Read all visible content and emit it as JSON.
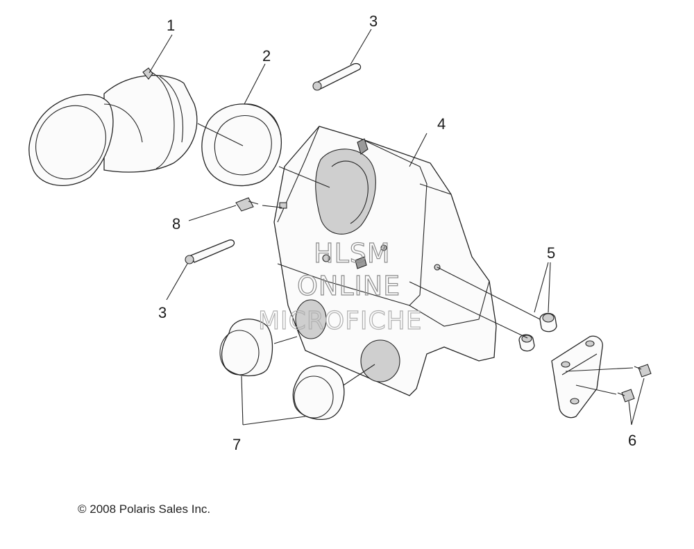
{
  "callouts": [
    "1",
    "2",
    "3",
    "4",
    "8",
    "3",
    "5",
    "7",
    "6"
  ],
  "watermark": {
    "line1": "HLSM",
    "line2": "ONLINE",
    "line3": "MICROFICHE"
  },
  "copyright": "© 2008 Polaris Sales Inc."
}
